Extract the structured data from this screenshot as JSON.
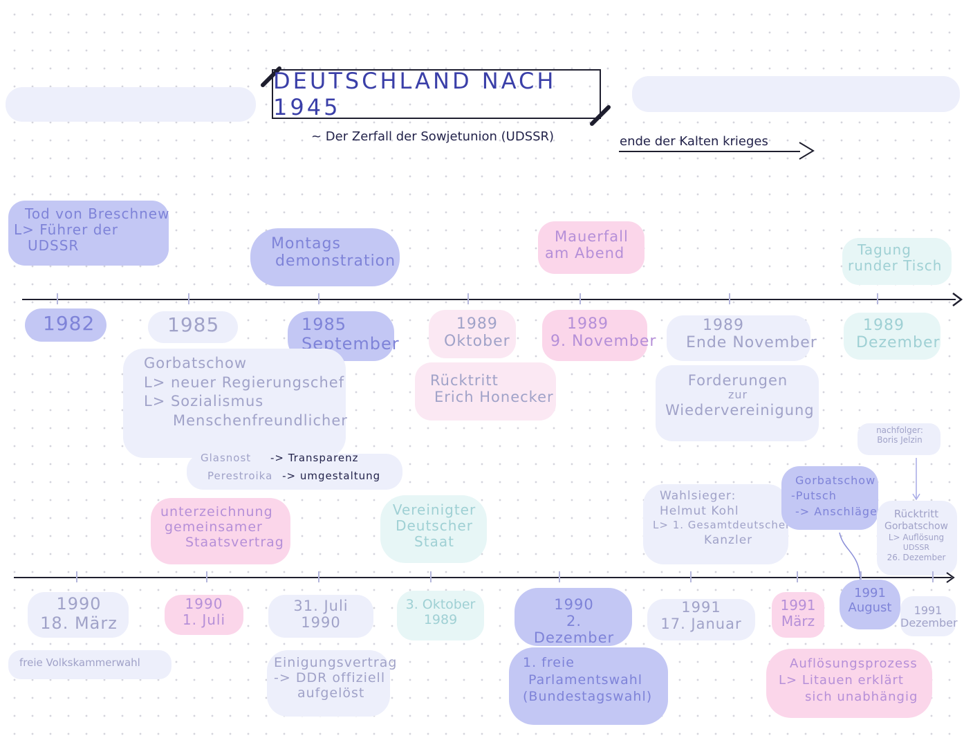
{
  "header": {
    "title": "DEUTSCHLAND NACH 1945",
    "subtitle": "~ Der Zerfall der Sowjetunion (UDSSR)",
    "side_note": "ende der Kalten krieges"
  },
  "timeline_1": {
    "events_above": [
      {
        "lines": [
          "Tod von Breschnew",
          "L> Führer der",
          "UDSSR"
        ]
      },
      {
        "lines": [
          "Montags",
          "demonstration"
        ]
      },
      {
        "lines": [
          "Mauerfall",
          "am Abend"
        ]
      },
      {
        "lines": [
          "Tagung",
          "runder Tisch"
        ]
      }
    ],
    "dates": [
      {
        "lines": [
          "1982"
        ]
      },
      {
        "lines": [
          "1985"
        ]
      },
      {
        "lines": [
          "1985",
          "September"
        ]
      },
      {
        "lines": [
          "1989",
          "Oktober"
        ]
      },
      {
        "lines": [
          "1989",
          "9. November"
        ]
      },
      {
        "lines": [
          "1989",
          "Ende November"
        ]
      },
      {
        "lines": [
          "1989",
          "Dezember"
        ]
      }
    ],
    "details": {
      "gorbatschow": [
        "Gorbatschow",
        "L> neuer Regierungschef",
        "L> Sozialismus",
        "Menschenfreundlicher"
      ],
      "glasnost": {
        "term": "Glasnost",
        "meaning": "-> Transparenz"
      },
      "perestroika": {
        "term": "Perestroika",
        "meaning": "-> umgestaltung"
      },
      "ruecktritt_honecker": [
        "Rücktritt",
        "Erich Honecker"
      ],
      "forderungen": [
        "Forderungen",
        "zur",
        "Wiedervereinigung"
      ],
      "nachfolger": [
        "nachfolger:",
        "Boris Jelzin"
      ]
    }
  },
  "timeline_2": {
    "events_above": [
      {
        "lines": [
          "unterzeichnung",
          "gemeinsamer",
          "Staatsvertrag"
        ]
      },
      {
        "lines": [
          "Vereinigter",
          "Deutscher",
          "Staat"
        ]
      },
      {
        "lines": [
          "Wahlsieger:",
          "Helmut Kohl",
          "L> 1. Gesamtdeutscher",
          "Kanzler"
        ]
      },
      {
        "lines": [
          "Gorbatschow",
          "-Putsch",
          "-> Anschläge"
        ]
      },
      {
        "lines": [
          "Rücktritt",
          "Gorbatschow",
          "L> Auflösung",
          "UDSSR",
          "26. Dezember"
        ]
      }
    ],
    "dates": [
      {
        "lines": [
          "1990",
          "18. März"
        ]
      },
      {
        "lines": [
          "1990",
          "1. Juli"
        ]
      },
      {
        "lines": [
          "31. Juli",
          "1990"
        ]
      },
      {
        "lines": [
          "3. Oktober",
          "1989"
        ]
      },
      {
        "lines": [
          "1990",
          "2. Dezember"
        ]
      },
      {
        "lines": [
          "1991",
          "17. Januar"
        ]
      },
      {
        "lines": [
          "1991",
          "März"
        ]
      },
      {
        "lines": [
          "1991",
          "August"
        ]
      },
      {
        "lines": [
          "1991",
          "Dezember"
        ]
      }
    ],
    "events_below": [
      {
        "lines": [
          "freie Volkskammerwahl"
        ]
      },
      {
        "lines": [
          "Einigungsvertrag",
          "-> DDR offiziell",
          "aufgelöst"
        ]
      },
      {
        "lines": [
          "1. freie",
          "Parlamentswahl",
          "(Bundestagswahl)"
        ]
      },
      {
        "lines": [
          "Auflösungsprozess",
          "L> Litauen erklärt",
          "sich unabhängig"
        ]
      }
    ]
  },
  "colors": {
    "blue": "#c3c7f4",
    "pale": "#edeffb",
    "pink": "#fbd6ea",
    "mint": "#e7f6f6",
    "ink": "#1e1e2e",
    "title_ink": "#3a3fa8"
  }
}
